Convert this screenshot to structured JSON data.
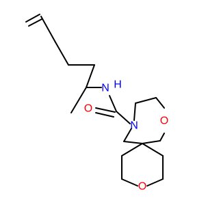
{
  "molecule": {
    "atoms": [
      {
        "id": "o-ether-ring",
        "label": "O",
        "color": "#ff0000"
      },
      {
        "id": "n-ring",
        "label": "N",
        "color": "#0000ff"
      },
      {
        "id": "o-carbonyl",
        "label": "O",
        "color": "#ff0000"
      },
      {
        "id": "n-amide",
        "label": "N",
        "color": "#0000ff"
      },
      {
        "id": "h-amide",
        "label": "H",
        "color": "#0000ff"
      },
      {
        "id": "o-oxane",
        "label": "O",
        "color": "#ff0000"
      }
    ]
  }
}
